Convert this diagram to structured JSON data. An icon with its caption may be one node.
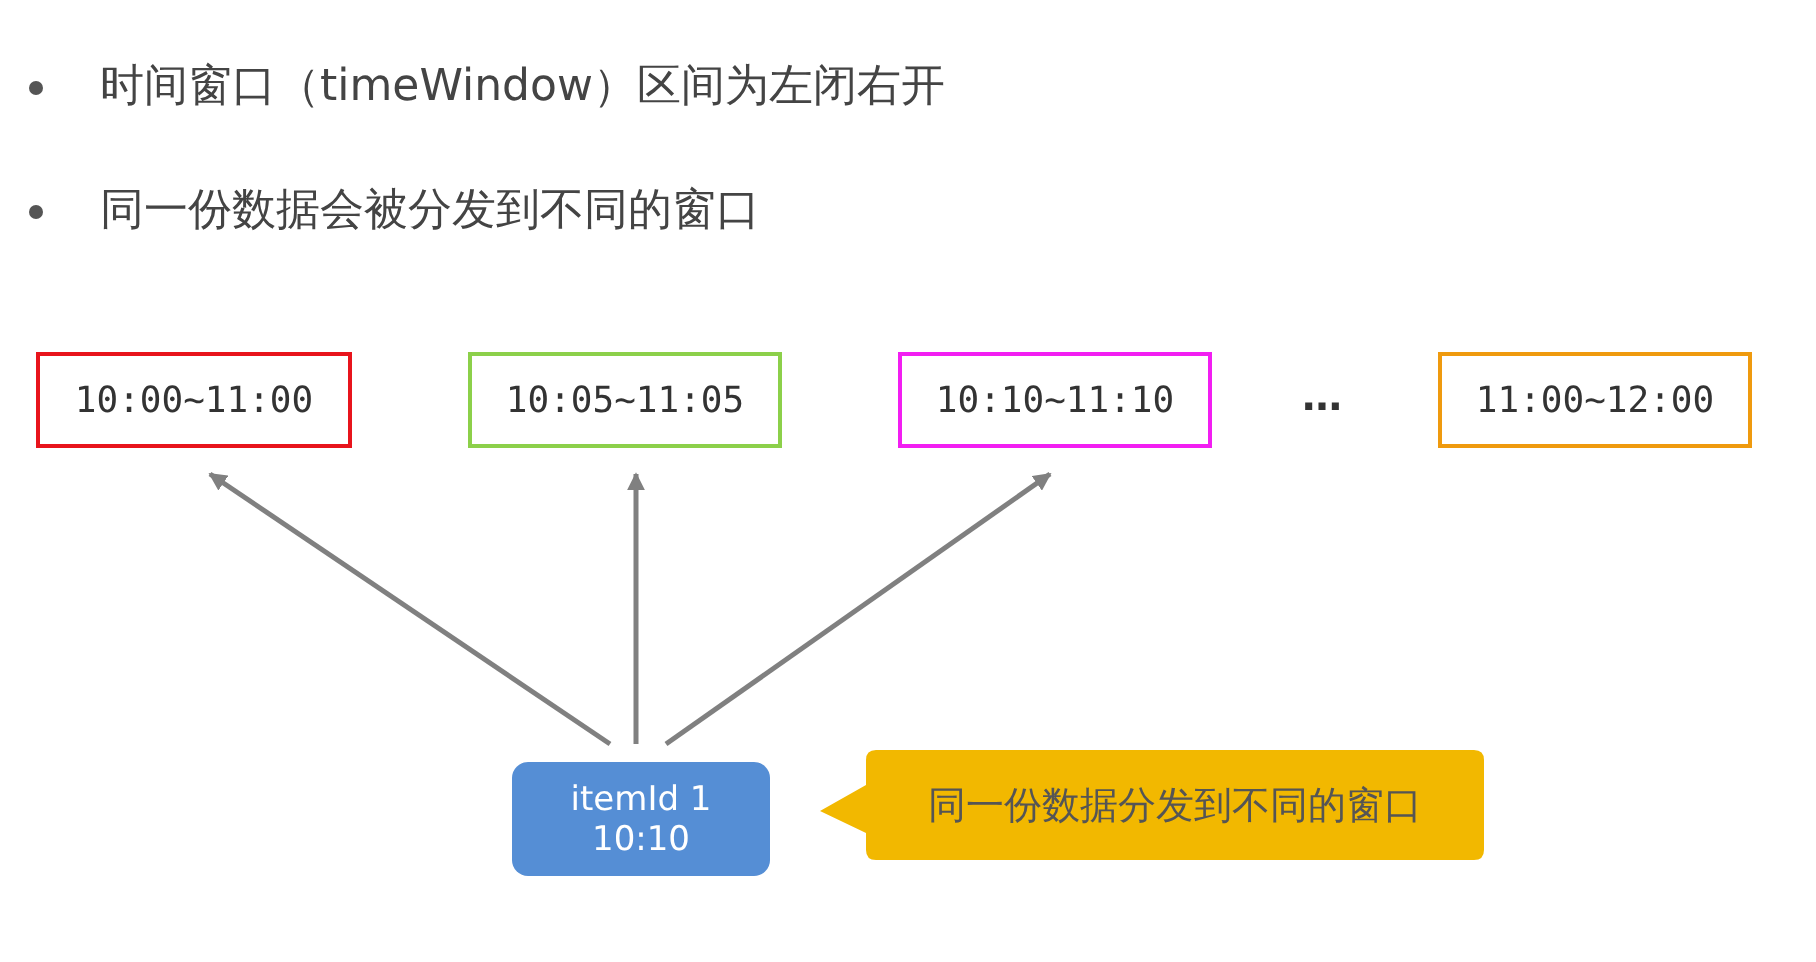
{
  "diagram": {
    "nodes": [
      {
        "text": [
          "10:00~11:00"
        ]
      },
      {
        "text": [
          "10:05~11:05"
        ]
      },
      {
        "text": [
          "10:10~11:10"
        ]
      },
      {
        "text": [
          "11:00~12:00"
        ]
      },
      {
        "text": [
          "itemId 1",
          "10:10"
        ]
      },
      {
        "text": [
          "同一份数据分发到不同的窗口"
        ]
      }
    ],
    "edges": [
      {
        "from": 4,
        "to": 0,
        "arrow": "to"
      },
      {
        "from": 4,
        "to": 1,
        "arrow": "to"
      },
      {
        "from": 4,
        "to": 2,
        "arrow": "to"
      }
    ],
    "labels": [
      "时间窗口（timeWindow）区间为左闭右开",
      "同一份数据会被分发到不同的窗口",
      "…"
    ]
  }
}
